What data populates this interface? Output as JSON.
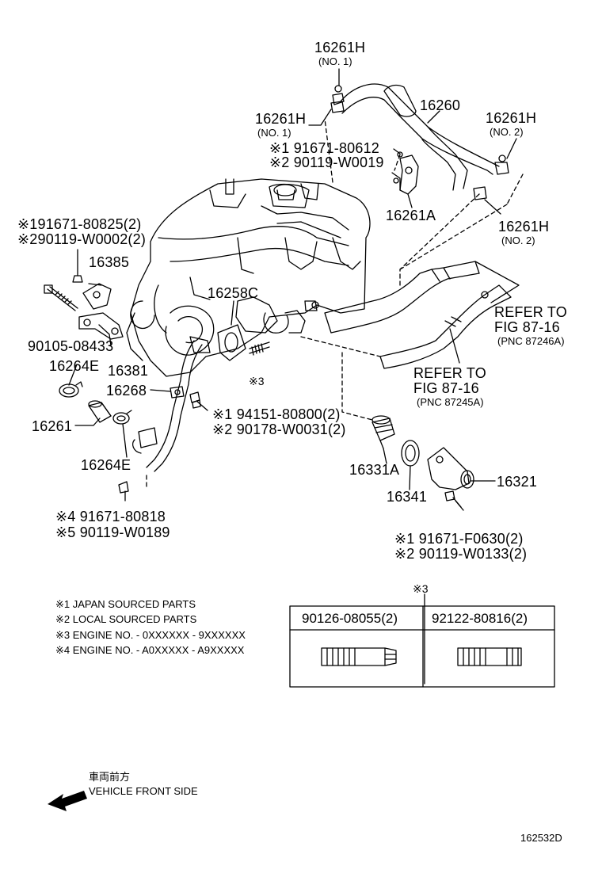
{
  "labels": {
    "p16261H_top": "16261H",
    "p16261H_top_sub": "(NO. 1)",
    "p16261H_mid": "16261H",
    "p16261H_mid_sub": "(NO. 1)",
    "p91671_80612": "※1 91671-80612",
    "p90119_W0019": "※2 90119-W0019",
    "p16260": "16260",
    "p16261H_right_top": "16261H",
    "p16261H_right_top_sub": "(NO. 2)",
    "p16261A": "16261A",
    "p16261H_right_bot": "16261H",
    "p16261H_right_bot_sub": "(NO. 2)",
    "p91671_80825": "※191671-80825(2)",
    "p90119_W0002": "※290119-W0002(2)",
    "p16385": "16385",
    "p16258C": "16258C",
    "p90105_08433": "90105-08433",
    "p16264E_top": "16264E",
    "p16381": "16381",
    "p16268": "16268",
    "p16261": "16261",
    "p16264E_bot": "16264E",
    "p94151_80800": "※1 94151-80800(2)",
    "p90178_W0031": "※2 90178-W0031(2)",
    "star3": "※3",
    "p16331A": "16331A",
    "p16341": "16341",
    "p16321": "16321",
    "p91671_80818": "※4 91671-80818",
    "p90119_W0189": "※5 90119-W0189",
    "p91671_F0630": "※1 91671-F0630(2)",
    "p90119_W0133": "※2 90119-W0133(2)",
    "refer1_line1": "REFER TO",
    "refer1_line2": "FIG 87-16",
    "refer1_pnc": "(PNC 87246A)",
    "refer2_line1": "REFER TO",
    "refer2_line2": "FIG 87-16",
    "refer2_pnc": "(PNC 87245A)"
  },
  "notes": [
    "※1 JAPAN SOURCED PARTS",
    "※2 LOCAL SOURCED PARTS",
    "※3 ENGINE NO. - 0XXXXXX - 9XXXXXX",
    "※4 ENGINE NO. - A0XXXXX - A9XXXXX"
  ],
  "table": {
    "marker": "※3",
    "col1": "90126-08055(2)",
    "col2": "92122-80816(2)"
  },
  "front": {
    "jp": "車両前方",
    "en": "VEHICLE FRONT SIDE"
  },
  "figure_id": "162532D"
}
